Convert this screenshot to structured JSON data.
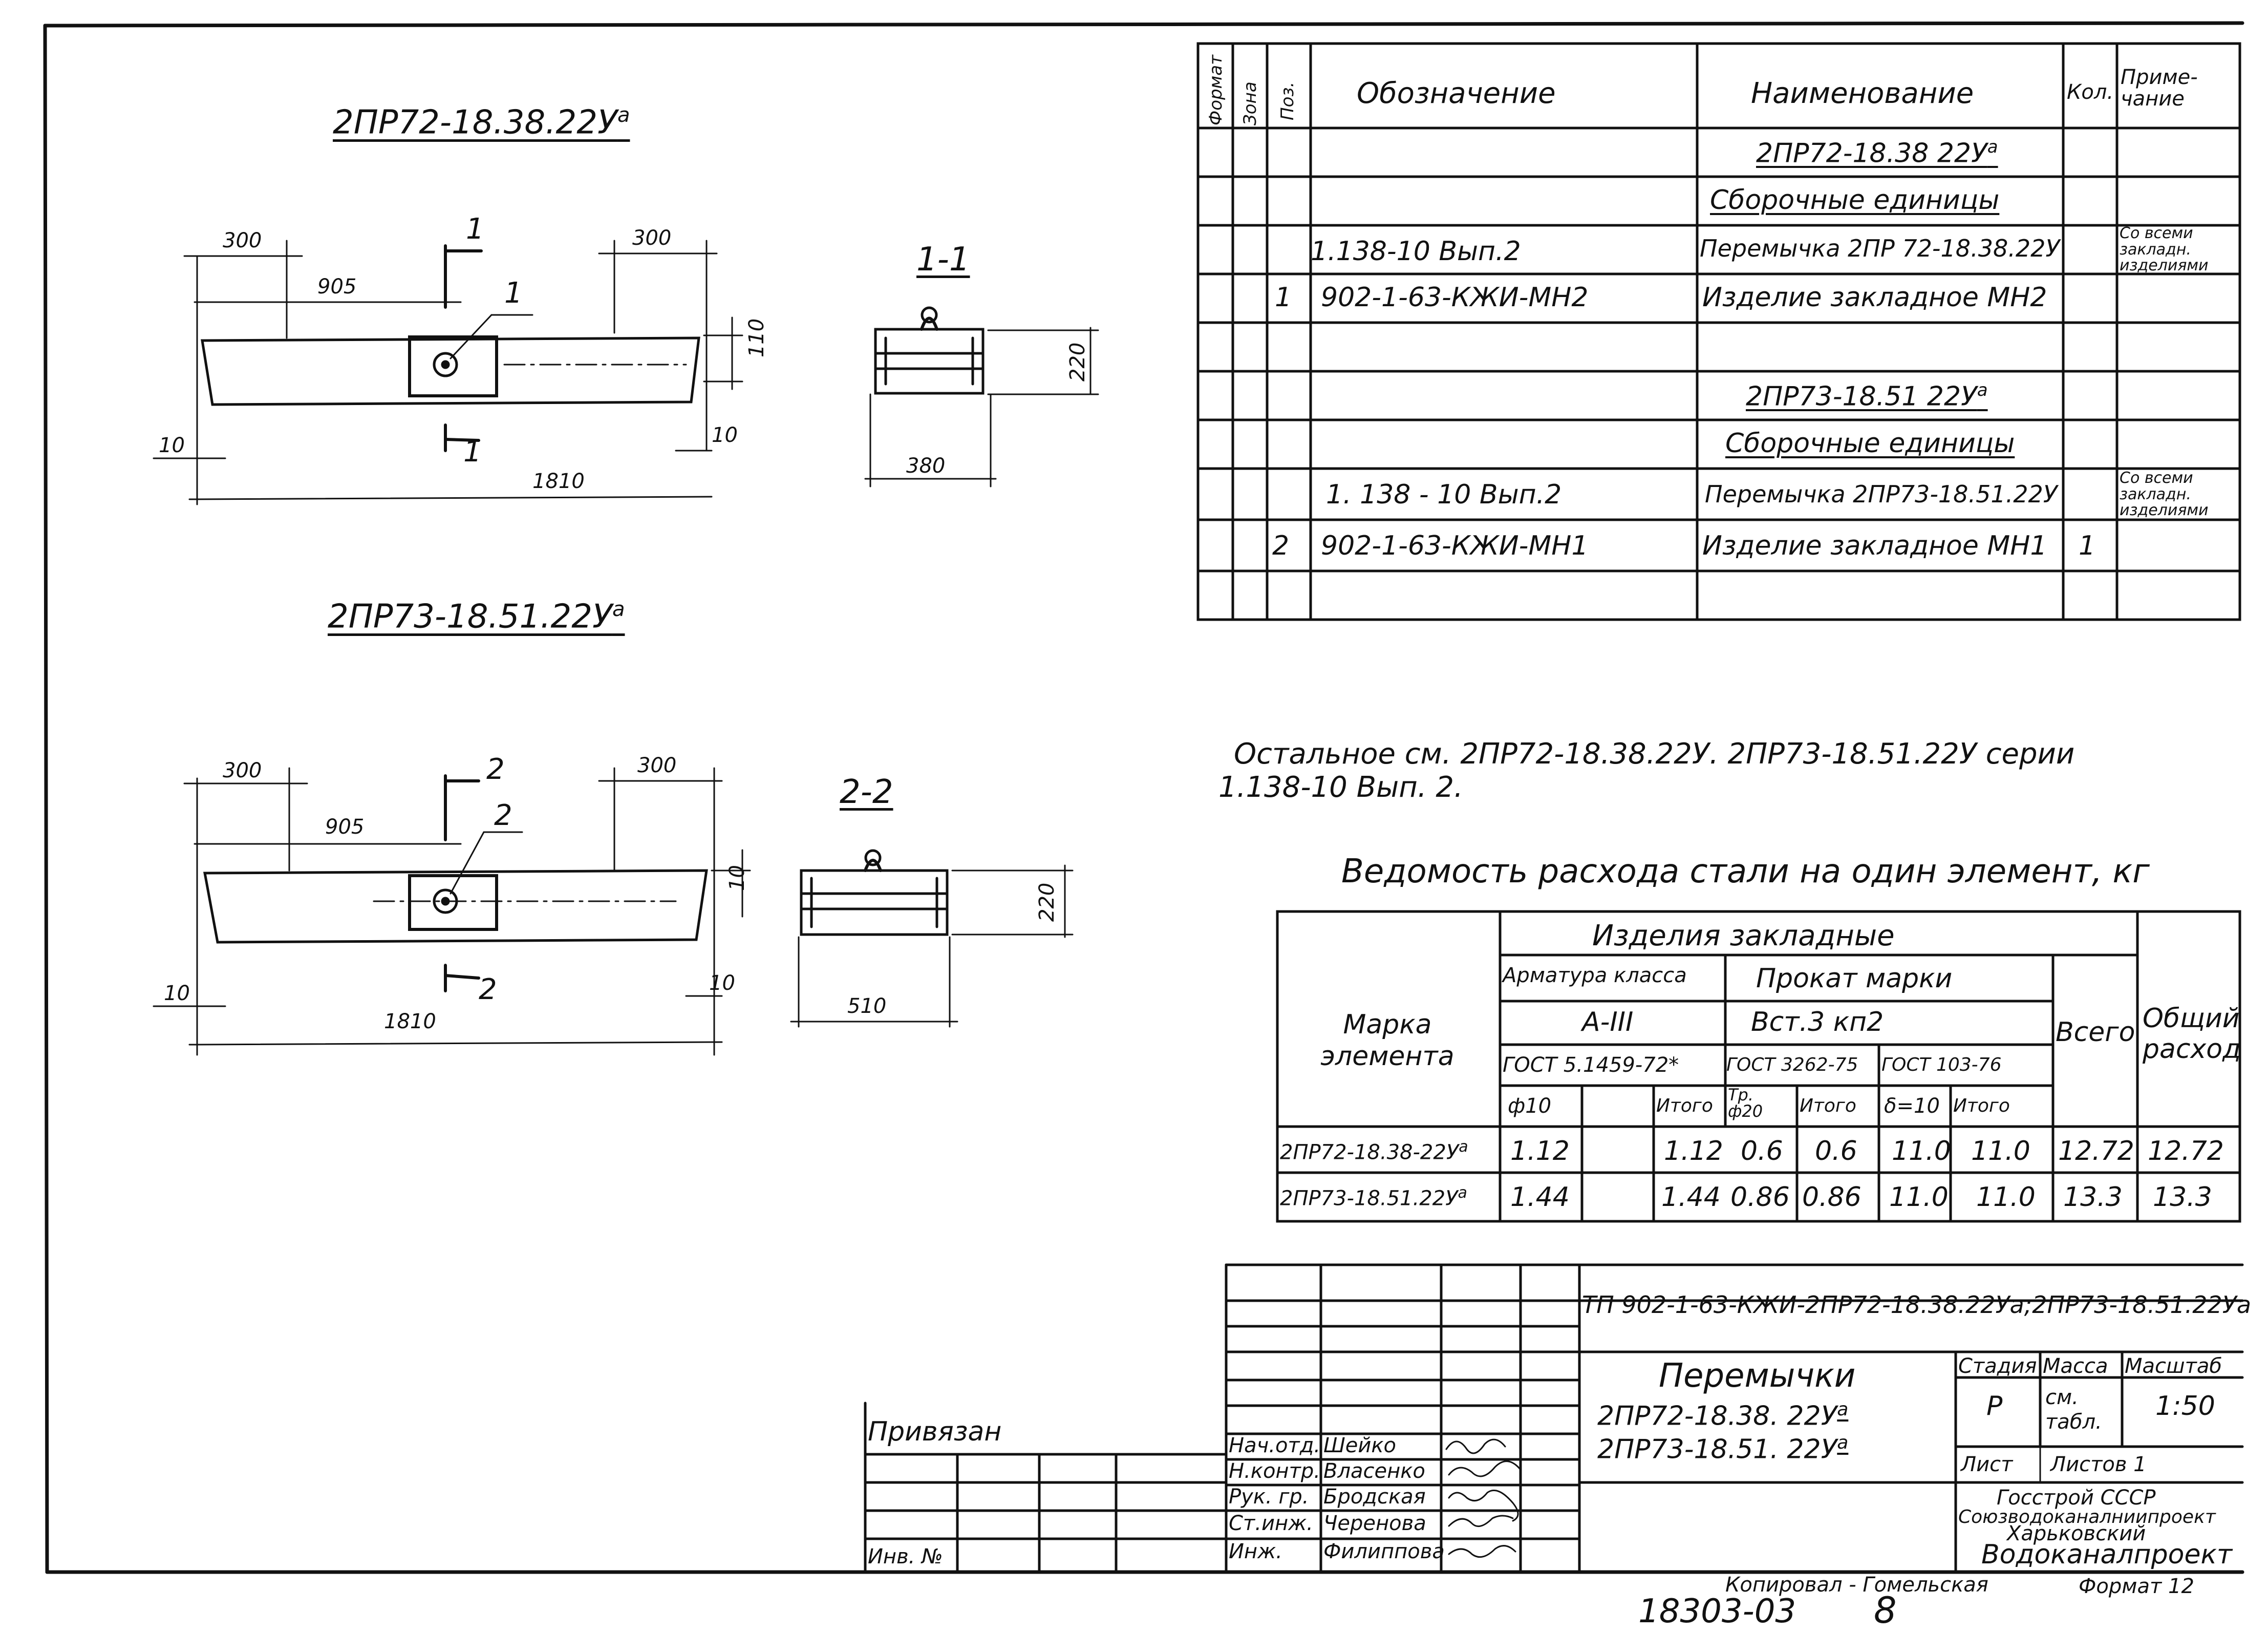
{
  "drawing1": {
    "title": "2ПР72-18.38.22У",
    "title_sup": "а",
    "dim_left": "300",
    "dim_right": "300",
    "dim_905": "905",
    "dim_110": "110",
    "dim_10_left": "10",
    "dim_10_right": "10",
    "dim_1810": "1810",
    "mark": "1",
    "section_mark": "1"
  },
  "section1": {
    "title": "1-1",
    "dim_height": "220",
    "dim_width": "380"
  },
  "drawing2": {
    "title": "2ПР73-18.51.22У",
    "title_sup": "а",
    "dim_left": "300",
    "dim_right": "300",
    "dim_905": "905",
    "dim_10": "10",
    "dim_10_left": "10",
    "dim_10_right": "10",
    "dim_1810": "1810",
    "mark": "2",
    "section_mark": "2"
  },
  "section2": {
    "title": "2-2",
    "dim_height": "220",
    "dim_width": "510"
  },
  "spec": {
    "headers": {
      "format": "Формат",
      "zone": "Зона",
      "pos": "Поз.",
      "designation": "Обозначение",
      "name": "Наименование",
      "qty": "Кол.",
      "note": "Приме-чание"
    },
    "rows": [
      {
        "pos": "",
        "designation": "",
        "name": "2ПР72-18.38 22У",
        "name_sup": "а",
        "qty": "",
        "note": ""
      },
      {
        "pos": "",
        "designation": "",
        "name": "Сборочные  единицы",
        "qty": "",
        "note": ""
      },
      {
        "pos": "",
        "designation": "1.138-10  Вып.2",
        "name": "Перемычка 2ПР 72-18.38.22У",
        "qty": "",
        "note": "Со всеми закладн. изделиями"
      },
      {
        "pos": "1",
        "designation": "902-1-63-КЖИ-МН2",
        "name": "Изделие закладное МН2",
        "qty": "",
        "note": ""
      },
      {
        "pos": "",
        "designation": "",
        "name": "",
        "qty": "",
        "note": ""
      },
      {
        "pos": "",
        "designation": "",
        "name": "2ПР73-18.51  22У",
        "name_sup": "а",
        "qty": "",
        "note": ""
      },
      {
        "pos": "",
        "designation": "",
        "name": "Сборочные  единицы",
        "qty": "",
        "note": ""
      },
      {
        "pos": "",
        "designation": "1. 138 - 10  Вып.2",
        "name": "Перемычка  2ПР73-18.51.22У",
        "qty": "",
        "note": "Со всеми закладн. изделиями"
      },
      {
        "pos": "2",
        "designation": "902-1-63-КЖИ-МН1",
        "name": "Изделие закладное  МН1",
        "qty": "1",
        "note": ""
      },
      {
        "pos": "",
        "designation": "",
        "name": "",
        "qty": "",
        "note": ""
      }
    ]
  },
  "note": {
    "line1": "Остальное см. 2ПР72-18.38.22У.  2ПР73-18.51.22У серии",
    "line2": "1.138-10 Вып. 2."
  },
  "steel": {
    "title": "Ведомость расхода стали на один элемент, кг",
    "h_mark": "Марка элемента",
    "h_embedded": "Изделия закладные",
    "h_rebar": "Арматура класса",
    "h_rolled": "Прокат марки",
    "h_class": "А-III",
    "h_grade": "Вст.3  кп2",
    "h_gost1": "ГОСТ 5.1459-72*",
    "h_gost2": "ГОСТ 3262-75",
    "h_gost3": "ГОСТ 103-76",
    "h_d10": "ф10",
    "h_itogo": "Итого",
    "h_tr": "Тр. ф20",
    "h_delta": "δ=10",
    "h_total": "Всего",
    "h_overall": "Общий расход",
    "rows": [
      {
        "mark": "2ПР72-18.38-22У",
        "sup": "а",
        "d10": "1.12",
        "blank": "",
        "itogo1": "1.12",
        "tr": "0.6",
        "itogo2": "0.6",
        "delta": "11.0",
        "itogo3": "11.0",
        "total": "12.72",
        "overall": "12.72"
      },
      {
        "mark": "2ПР73-18.51.22У",
        "sup": "а",
        "d10": "1.44",
        "blank": "",
        "itogo1": "1.44",
        "tr": "0.86",
        "itogo2": "0.86",
        "delta": "11.0",
        "itogo3": "11.0",
        "total": "13.3",
        "overall": "13.3"
      }
    ]
  },
  "titleblock": {
    "code": "ТП 902-1-63-КЖИ-2ПР72-18.38.22Уа;2ПР73-18.51.22Уа",
    "name": "Перемычки",
    "name_l2": "2ПР72-18.38. 22У",
    "name_l3": "2ПР73-18.51. 22У",
    "name_sup": "а",
    "stage_h": "Стадия",
    "mass_h": "Масса",
    "scale_h": "Масштаб",
    "stage": "Р",
    "mass": "см. табл.",
    "scale": "1:50",
    "sheet_h": "Лист",
    "sheets_h": "Листов  1",
    "org1": "Госстрой   СССР",
    "org2": "Союзводоканалниипроект",
    "org3": "Харьковский",
    "org4": "Водоканалпроект",
    "privyazan": "Привязан",
    "inv": "Инв. №",
    "roles": [
      "Нач.отд.",
      "Н.контр.",
      "Рук. гр.",
      "Ст.инж.",
      "Инж."
    ],
    "names": [
      "Шейко",
      "Власенко",
      "Бродская",
      "Черенова",
      "Филиппова"
    ]
  },
  "footer": {
    "copied": "Копировал - Гомельская",
    "format": "Формат 12",
    "number": "18303-03",
    "page": "8"
  }
}
